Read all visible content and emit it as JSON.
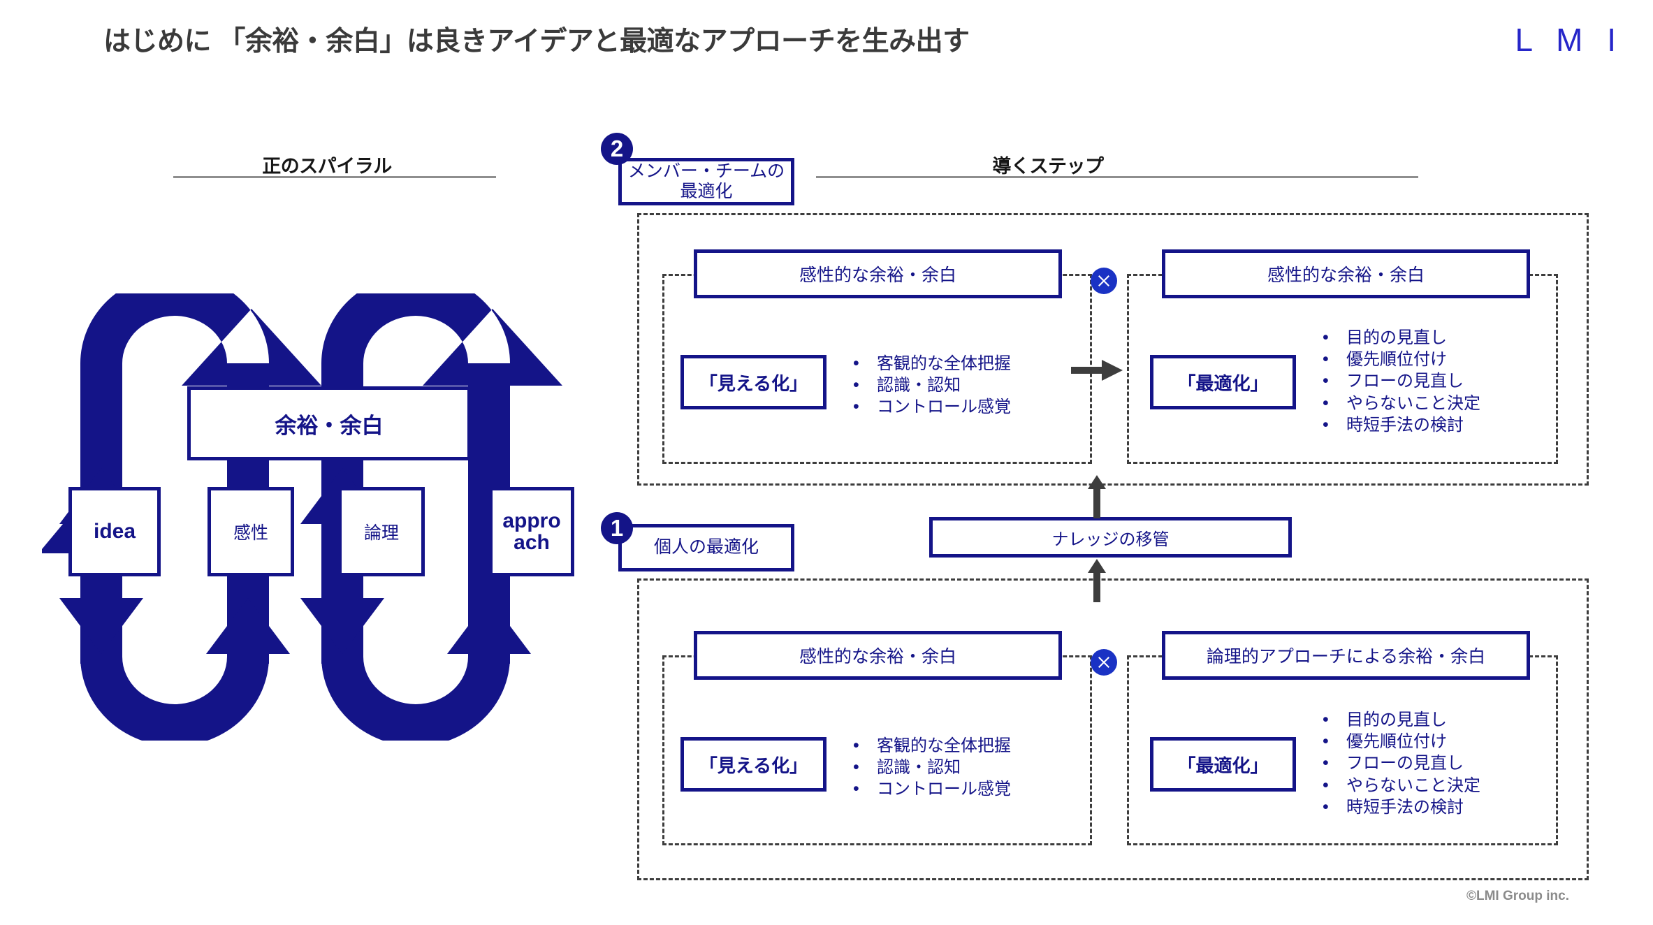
{
  "header": {
    "title": "はじめに 「余裕・余白」は良きアイデアと最適なアプローチを生み出す",
    "logo": "L M I"
  },
  "footer": {
    "copyright": "©LMI Group inc."
  },
  "sections": {
    "spiral_heading": "正のスパイラル",
    "steps_heading": "導くステップ"
  },
  "spiral": {
    "center_box": "余裕・余白",
    "left_box": "idea",
    "middle_left_box": "感性",
    "middle_right_box": "論理",
    "right_box_line1": "appro",
    "right_box_line2": "ach"
  },
  "steps": [
    {
      "badge": "2",
      "label_line1": "メンバー・チームの",
      "label_line2": "最適化",
      "left": {
        "head": "感性的な余裕・余白",
        "tag": "「見える化」",
        "bullets": [
          "客観的な全体把握",
          "認識・認知",
          "コントロール感覚"
        ]
      },
      "right": {
        "head": "感性的な余裕・余白",
        "tag": "「最適化」",
        "bullets": [
          "目的の見直し",
          "優先順位付け",
          "フローの見直し",
          "やらないこと決定",
          "時短手法の検討"
        ]
      }
    },
    {
      "badge": "1",
      "label_line1": "個人の最適化",
      "label_line2": "",
      "left": {
        "head": "感性的な余裕・余白",
        "tag": "「見える化」",
        "bullets": [
          "客観的な全体把握",
          "認識・認知",
          "コントロール感覚"
        ]
      },
      "right": {
        "head": "論理的アプローチによる余裕・余白",
        "tag": "「最適化」",
        "bullets": [
          "目的の見直し",
          "優先順位付け",
          "フローの見直し",
          "やらないこと決定",
          "時短手法の検討"
        ]
      }
    }
  ],
  "knowledge_transfer": {
    "label": "ナレッジの移管"
  },
  "icons": {
    "multiply": "multiply-icon",
    "arrow_right": "arrow-right-icon",
    "arrow_up": "arrow-up-icon"
  },
  "colors": {
    "navy": "#141488",
    "accent_blue": "#1a32c4",
    "gray_arrow": "#3d3d3d",
    "rule_gray": "#8e8e8e"
  }
}
